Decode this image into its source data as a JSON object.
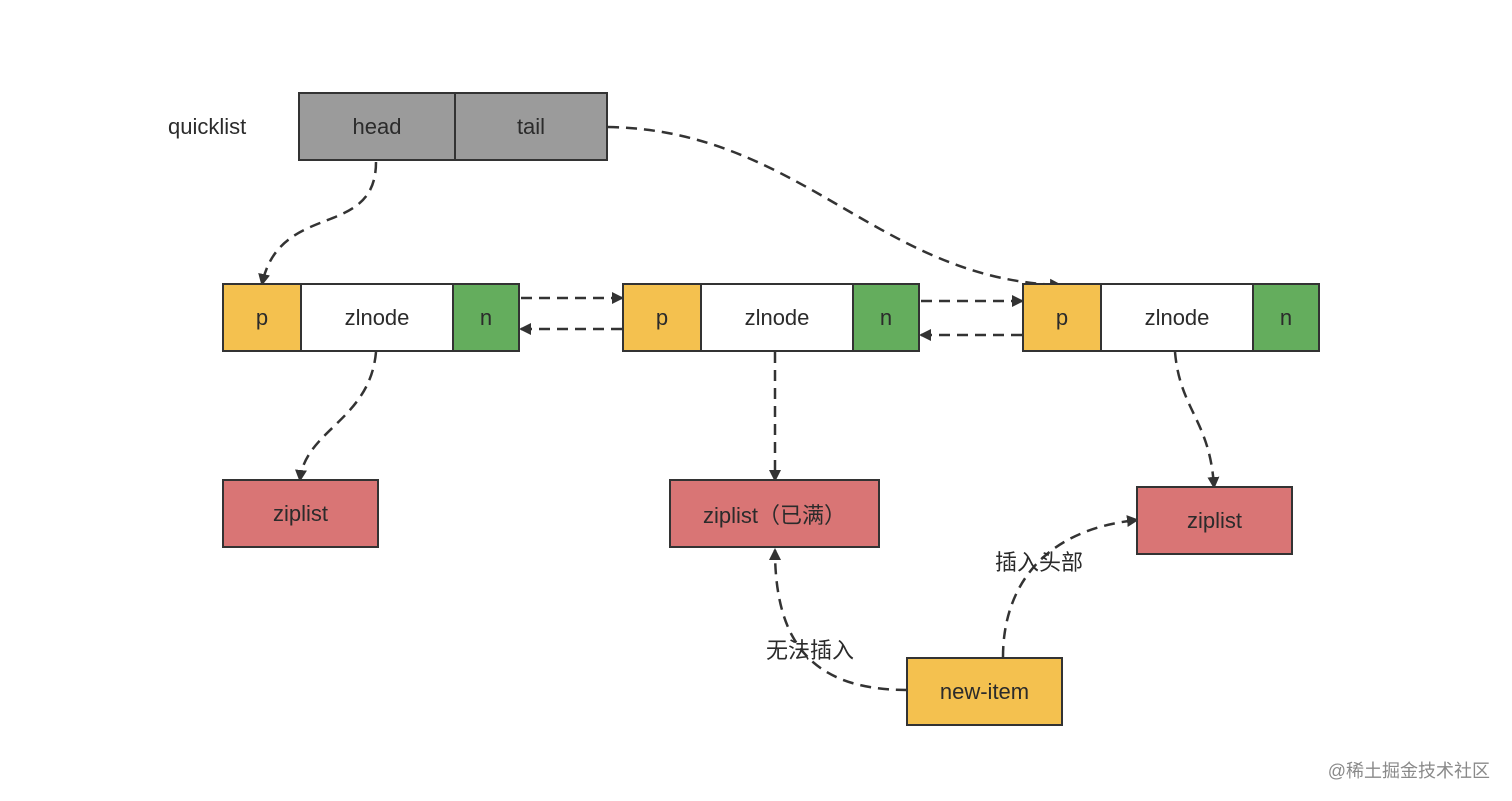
{
  "quicklist": {
    "label": "quicklist",
    "head": "head",
    "tail": "tail"
  },
  "nodes": [
    {
      "p": "p",
      "zlnode": "zlnode",
      "n": "n",
      "ziplist": "ziplist"
    },
    {
      "p": "p",
      "zlnode": "zlnode",
      "n": "n",
      "ziplist": "ziplist（已满）"
    },
    {
      "p": "p",
      "zlnode": "zlnode",
      "n": "n",
      "ziplist": "ziplist"
    }
  ],
  "new_item": "new-item",
  "edge_labels": {
    "cannot_insert": "无法插入",
    "insert_head": "插入头部"
  },
  "watermark": "@稀土掘金技术社区",
  "colors": {
    "header_gray": "#9b9b9b",
    "pointer_yellow": "#f4c14f",
    "next_green": "#64ad5d",
    "ziplist_red": "#d97575",
    "border": "#333333"
  }
}
